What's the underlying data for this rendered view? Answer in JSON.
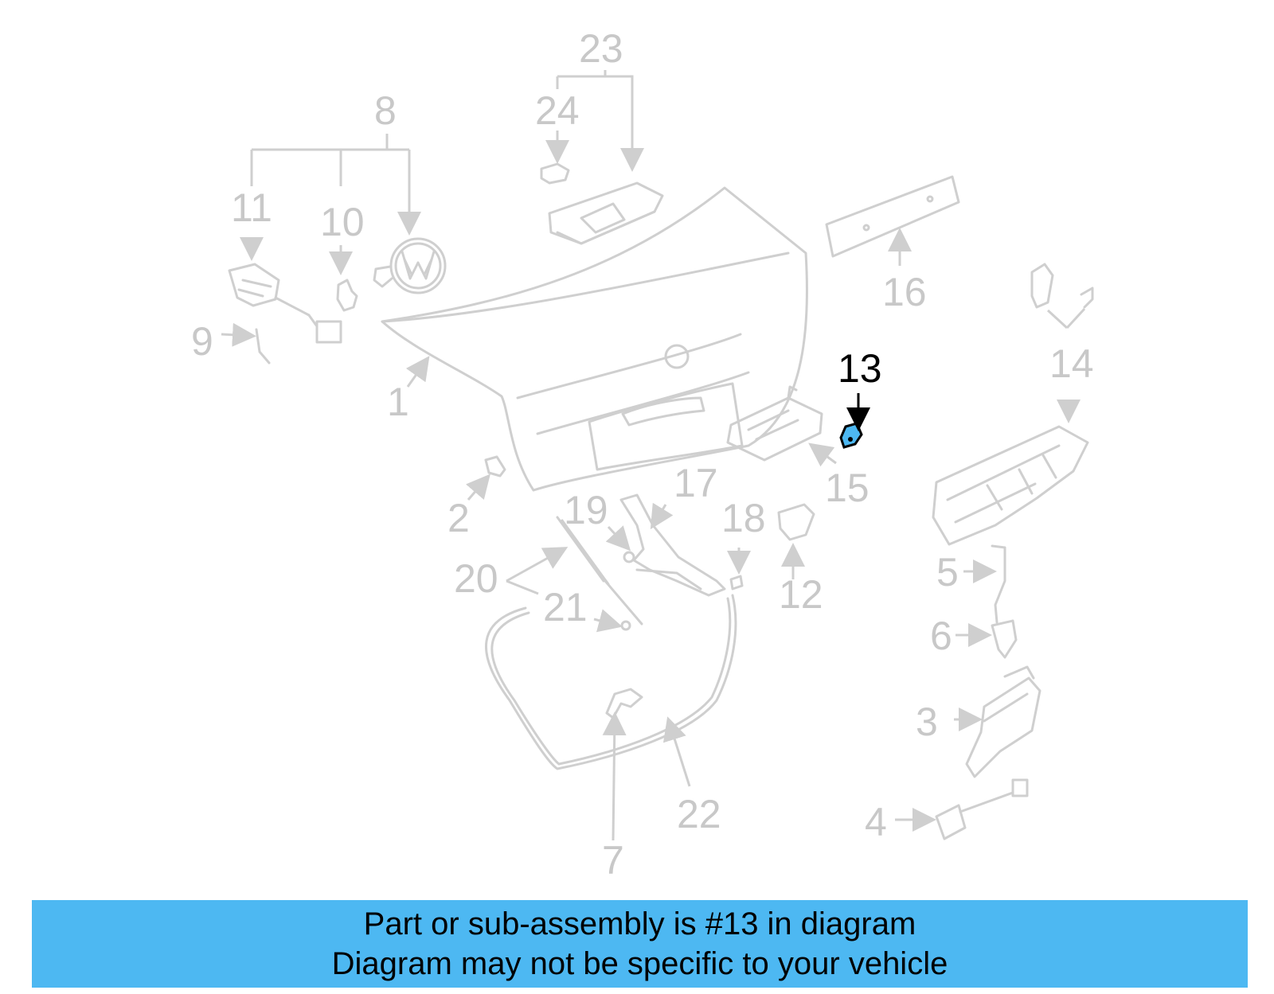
{
  "diagram": {
    "highlighted_part": "13",
    "callouts": {
      "c1": "1",
      "c2": "2",
      "c3": "3",
      "c4": "4",
      "c5": "5",
      "c6": "6",
      "c7": "7",
      "c8": "8",
      "c9": "9",
      "c10": "10",
      "c11": "11",
      "c12": "12",
      "c13": "13",
      "c14": "14",
      "c15": "15",
      "c16": "16",
      "c17": "17",
      "c18": "18",
      "c19": "19",
      "c20": "20",
      "c21": "21",
      "c22": "22",
      "c23": "23",
      "c24": "24"
    },
    "colors": {
      "part_line": "#cfcfcf",
      "highlight": "#4db8f2",
      "label": "#c8c8c8",
      "active_label": "#000000"
    }
  },
  "banner": {
    "line1": "Part or sub-assembly is #13 in diagram",
    "line2": "Diagram may not be specific to your vehicle",
    "background": "#4db8f2"
  }
}
